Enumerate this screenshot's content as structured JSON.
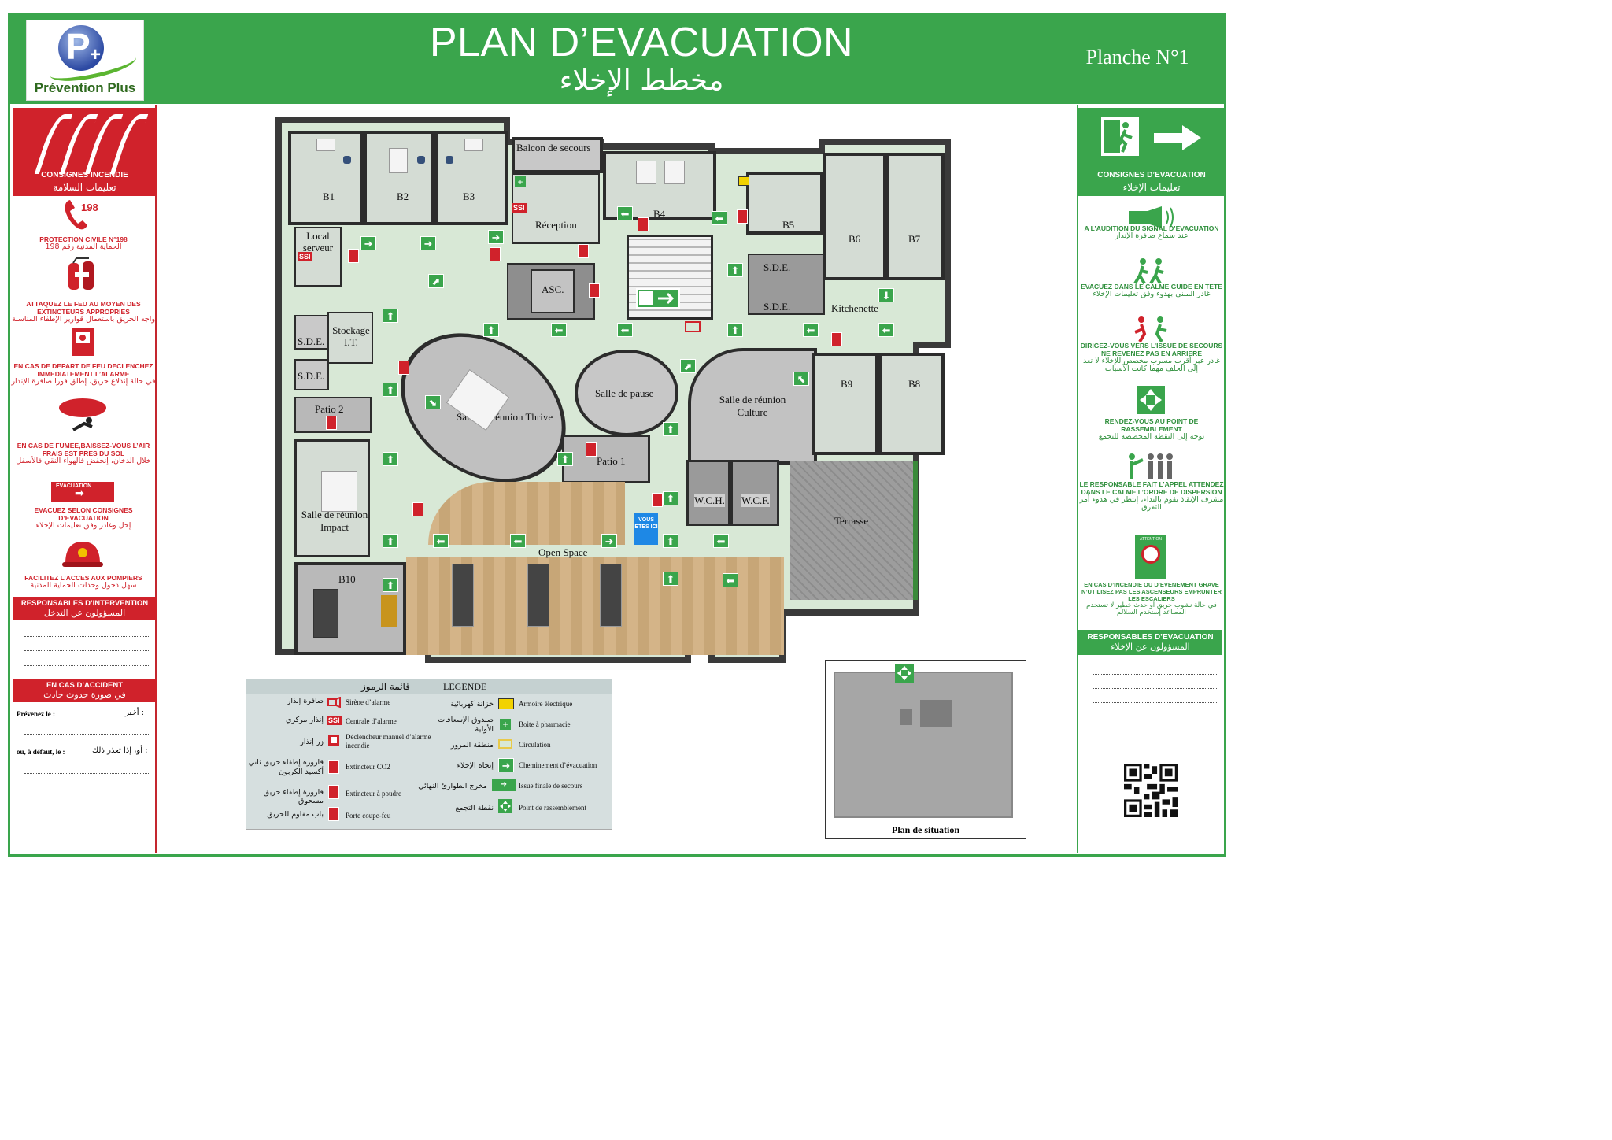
{
  "header": {
    "logo_text": "Prévention Plus",
    "title": "PLAN D’EVACUATION",
    "title_ar": "مخطط الإخلاء",
    "planche": "Planche N°1"
  },
  "colors": {
    "green": "#3aa54c",
    "red": "#d0222b"
  },
  "left_panel": {
    "title": "CONSIGNES INCENDIE",
    "title_ar": "تعليمات السلامة",
    "phone_number": "198",
    "items": [
      {
        "fr": "PROTECTION CIVILE N°198",
        "ar": "الحماية المدنية رقم 198",
        "icon": "phone-icon"
      },
      {
        "fr": "ATTAQUEZ LE FEU AU MOYEN DES EXTINCTEURS APPROPRIES",
        "ar": "واجه الحريق باستعمال قوارير الإطفاء المناسبة",
        "icon": "extinguisher-icon"
      },
      {
        "fr": "EN CAS DE DEPART DE FEU DECLENCHEZ IMMEDIATEMENT L’ALARME",
        "ar": "في حالة إندلاع حريق، إطلق فورا صافرة الإنذار",
        "icon": "alarm-button-icon"
      },
      {
        "fr": "EN CAS DE FUMEE,BAISSEZ-VOUS L’AIR FRAIS EST PRES DU SOL",
        "ar": "خلال الدخان، إنخفض فالهواء النقي فالأسفل",
        "icon": "smoke-crawl-icon"
      },
      {
        "fr": "EVACUEZ SELON CONSIGNES D’EVACUATION",
        "ar": "إخل وغادر وفق تعليمات الإخلاء",
        "icon": "evacuation-sign-icon",
        "sign_text": "EVACUATION"
      },
      {
        "fr": "FACILITEZ L’ACCES AUX POMPIERS",
        "ar": "سهل دخول وحدات الحماية المدنية",
        "icon": "firefighter-helmet-icon"
      }
    ],
    "responsables_title": "RESPONSABLES D’INTERVENTION",
    "responsables_title_ar": "المسؤولون عن التدخل",
    "accident_title": "EN CAS D’ACCIDENT",
    "accident_title_ar": "في صورة حدوث حادث",
    "prevenez": "Prévenez le :",
    "prevenez_ar": "أخبر :",
    "defaut": "ou, à défaut, le :",
    "defaut_ar": "أو، إذا تعذر ذلك :"
  },
  "right_panel": {
    "title": "CONSIGNES D’EVACUATION",
    "title_ar": "تعليمات الإخلاء",
    "items": [
      {
        "fr": "A L’AUDITION DU SIGNAL D’EVACUATION",
        "ar": "عند سماع صافرة الإنذار",
        "icon": "siren-icon"
      },
      {
        "fr": "EVACUEZ DANS LE CALME GUIDE EN TETE",
        "ar": "غادر المبنى بهدوء وفق تعليمات الإخلاء",
        "icon": "walking-guide-icon"
      },
      {
        "fr": "DIRIGEZ-VOUS VERS L’ISSUE DE SECOURS NE REVENEZ PAS EN ARRIERE",
        "ar": "غادر عبر أقرب مسرب مخصص للإخلاء لا تعد إلى الخلف مهما كانت الأسباب",
        "icon": "no-return-icon"
      },
      {
        "fr": "RENDEZ-VOUS AU POINT DE RASSEMBLEMENT",
        "ar": "توجه إلى النقطة المخصصة للتجمع",
        "icon": "assembly-point-icon"
      },
      {
        "fr": "LE RESPONSABLE FAIT L’APPEL ATTENDEZ DANS LE CALME L’ORDRE DE DISPERSION",
        "ar": "مشرف الإنقاذ يقوم بالنداء، إنتظر في هدوء أمر التفرق",
        "icon": "roll-call-icon"
      },
      {
        "fr": "EN CAS D’INCENDIE OU D’EVENEMENT GRAVE N’UTILISEZ PAS LES ASCENSEURS EMPRUNTER LES ESCALIERS",
        "ar": "في حالة نشوب حريق أو حدث خطير لا تستخدم المصاعد إستخدم السلالم",
        "icon": "no-elevator-icon",
        "sign_text": "ATTENTION"
      }
    ],
    "responsables_title": "RESPONSABLES D’EVACUATION",
    "responsables_title_ar": "المسؤولون عن الإخلاء"
  },
  "map": {
    "rooms": {
      "b1": "B1",
      "b2": "B2",
      "b3": "B3",
      "b4": "B4",
      "b5": "B5",
      "b6": "B6",
      "b7": "B7",
      "b8": "B8",
      "b9": "B9",
      "b10": "B10",
      "balcon": "Balcon de secours",
      "reception": "Réception",
      "local_serveur": "Local serveur",
      "asc": "ASC.",
      "stockage": "Stockage I.T.",
      "sde1": "S.D.E.",
      "sde2": "S.D.E.",
      "sde3": "S.D.E.",
      "sde4": "S.D.E.",
      "kitchenette": "Kitchenette",
      "patio2": "Patio 2",
      "patio1": "Patio 1",
      "thrive": "Salle de réunion Thrive",
      "pause": "Salle de pause",
      "culture": "Salle de réunion Culture",
      "impact": "Salle de réunion Impact",
      "wch": "W.C.H.",
      "wcf": "W.C.F.",
      "terrasse": "Terrasse",
      "open_space": "Open Space"
    },
    "ssi_tag": "SSI",
    "you_are_here": "VOUS ETES ICI"
  },
  "legend": {
    "title": "LEGENDE",
    "title_ar": "قائمة الرموز",
    "left": [
      {
        "fr": "Sirène d’alarme",
        "ar": "صافرة إنذار"
      },
      {
        "fr": "Centrale d’alarme",
        "ar": "إنذار مركزي",
        "sym": "SSI"
      },
      {
        "fr": "Déclencheur manuel d’alarme incendie",
        "ar": "زر إنذار"
      },
      {
        "fr": "Extincteur CO2",
        "ar": "قارورة إطفاء حريق ثاني أكسيد الكربون"
      },
      {
        "fr": "Extincteur à poudre",
        "ar": "قارورة إطفاء حريق مسحوق"
      },
      {
        "fr": "Porte coupe-feu",
        "ar": "باب مقاوم للحريق"
      }
    ],
    "right": [
      {
        "fr": "Armoire électrique",
        "ar": "خزانة كهربائية"
      },
      {
        "fr": "Boite à pharmacie",
        "ar": "صندوق الإسعافات الأولية"
      },
      {
        "fr": "Circulation",
        "ar": "منطقة المرور"
      },
      {
        "fr": "Cheminement d’évacuation",
        "ar": "إتجاه الإخلاء"
      },
      {
        "fr": "Issue finale de secours",
        "ar": "مخرج الطوارئ النهائي"
      },
      {
        "fr": "Point de rassemblement",
        "ar": "نقطة التجمع"
      }
    ]
  },
  "situation_label": "Plan de situation"
}
